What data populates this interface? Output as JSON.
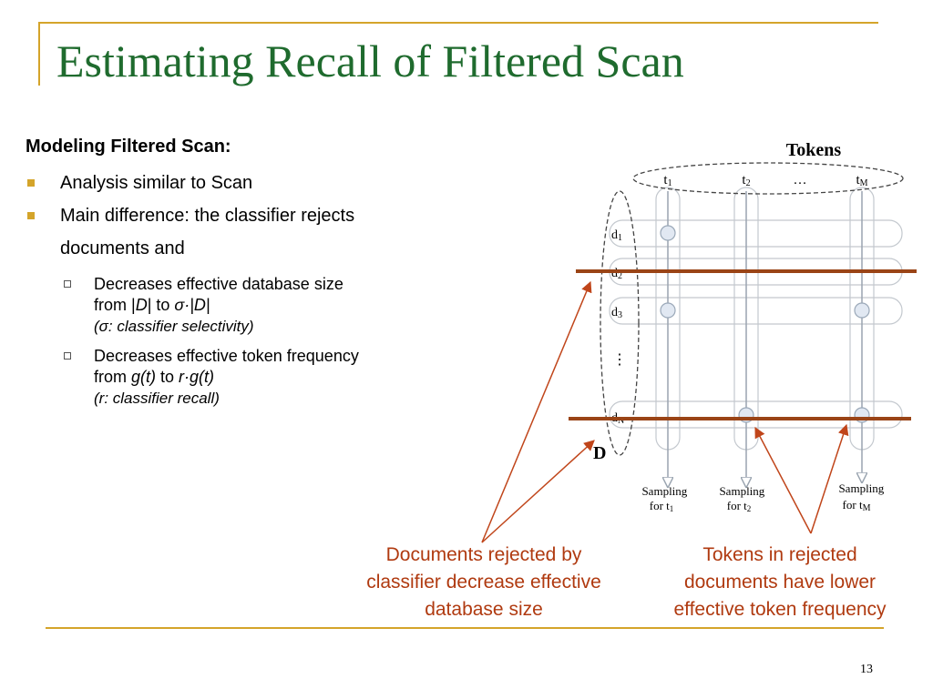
{
  "title": "Estimating Recall of Filtered Scan",
  "content": {
    "heading": "Modeling Filtered Scan:",
    "bullet1": "Analysis similar to Scan",
    "bullet2_line1": "Main difference: the classifier rejects",
    "bullet2_line2": "documents and",
    "sub1": {
      "line1": "Decreases effective database size",
      "line2_prefix": "from |",
      "line2_D1": "D",
      "line2_mid": "| to ",
      "line2_sigma": "σ·|D|",
      "line3": "(σ: classifier selectivity)"
    },
    "sub2": {
      "line1": "Decreases effective token frequency",
      "line2_prefix": "from ",
      "line2_g": "g(t)",
      "line2_mid": " to ",
      "line2_rg": "r·g(t)",
      "line3": "(r: classifier recall)"
    }
  },
  "diagram": {
    "tokens_heading": "Tokens",
    "token_labels": [
      "t",
      "t",
      "…",
      "t"
    ],
    "token_subs": [
      "1",
      "2",
      "",
      "M"
    ],
    "doc_labels": [
      "d",
      "d",
      "d",
      "⋮",
      "d"
    ],
    "doc_subs": [
      "1",
      "2",
      "3",
      "",
      "N"
    ],
    "D_label": "D",
    "sampling": [
      {
        "line1": "Sampling",
        "line2": "for t",
        "sub": "1"
      },
      {
        "line1": "Sampling",
        "line2": "for t",
        "sub": "2"
      },
      {
        "line1": "Sampling",
        "line2": "for t",
        "sub": "M"
      }
    ]
  },
  "callouts": {
    "left": [
      "Documents rejected by",
      "classifier decrease effective",
      "database size"
    ],
    "right": [
      "Tokens in rejected",
      "documents have lower",
      "effective token frequency"
    ]
  },
  "page_number": "13",
  "colors": {
    "title": "#1f6b2e",
    "accent_frame": "#d4a42a",
    "rejection_line": "#9a4416",
    "callout_text": "#b03a10",
    "callout_arrow": "#c0451a"
  }
}
